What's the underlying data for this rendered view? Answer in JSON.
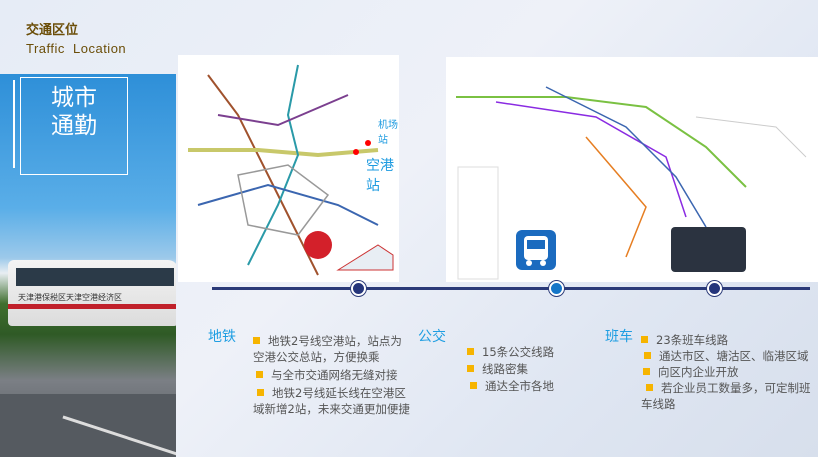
{
  "header": {
    "title_cn": "交通区位",
    "title_en": "Traffic Location"
  },
  "side": {
    "label_line1": "城市",
    "label_line2": "通勤",
    "bus_text": "天津港保税区天津空港经济区"
  },
  "map": {
    "airport_station": "机场站",
    "konggang_station": "空港站"
  },
  "colors": {
    "accent": "#1f9ee2",
    "bullet": "#f6b400",
    "timeline": "#2b3a78"
  },
  "sections": [
    {
      "title": "地铁",
      "items": [
        "地铁2号线空港站，站点为空港公交总站，方便换乘",
        "与全市交通网络无缝对接",
        "地铁2号线延长线在空港区域新增2站，未来交通更加便捷"
      ]
    },
    {
      "title": "公交",
      "items": [
        "15条公交线路",
        "线路密集",
        "通达全市各地"
      ]
    },
    {
      "title": "班车",
      "items": [
        "23条班车线路",
        "通达市区、塘沽区、临港区域",
        "向区内企业开放",
        "若企业员工数量多，可定制班车线路"
      ]
    }
  ]
}
